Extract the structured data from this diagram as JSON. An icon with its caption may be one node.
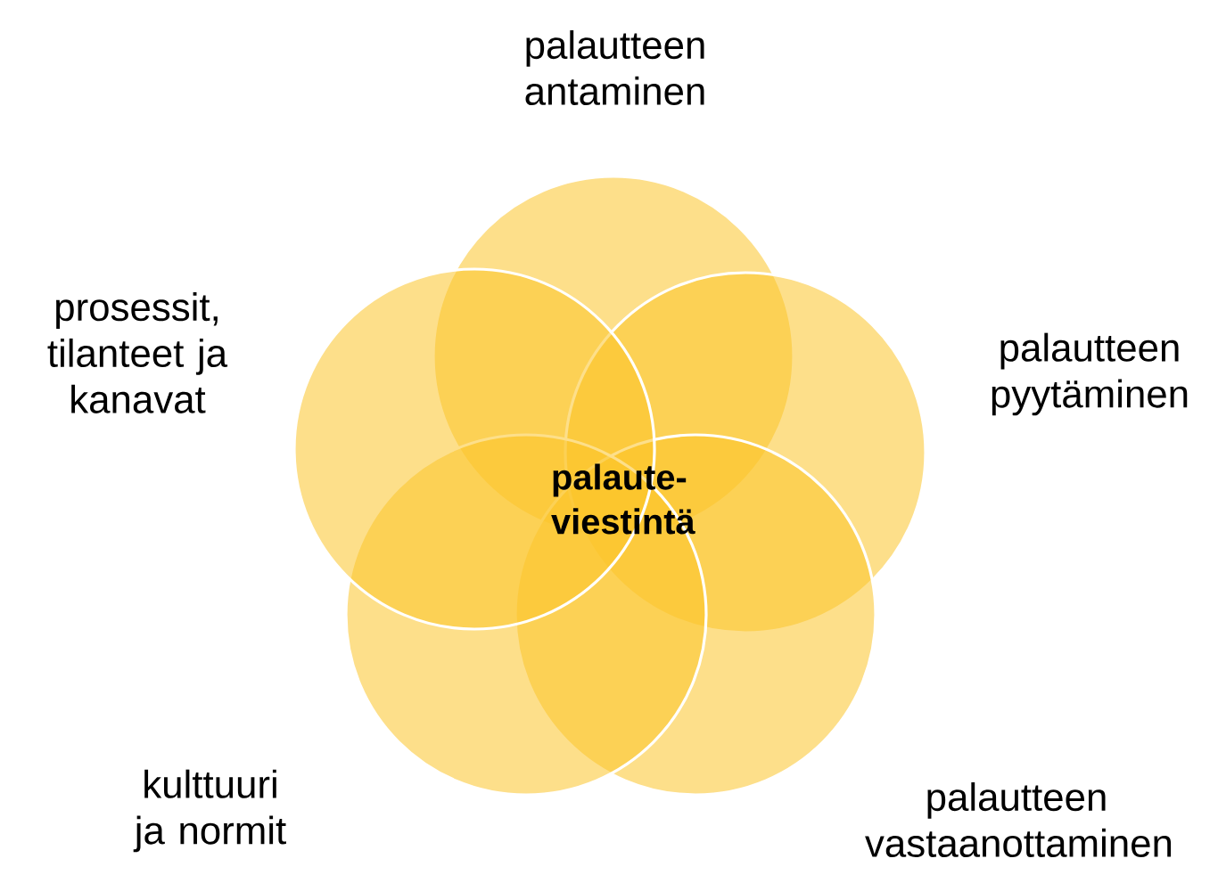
{
  "diagram": {
    "nodes": [
      {
        "text": [],
        "shape": "circle",
        "beside": [
          "palautteen antaminen"
        ]
      },
      {
        "text": [],
        "shape": "circle",
        "beside": [
          "palautteen pyytäminen"
        ]
      },
      {
        "text": [],
        "shape": "circle",
        "beside": [
          "palautteen vastaanottaminen"
        ]
      },
      {
        "text": [],
        "shape": "circle",
        "beside": [
          "kulttuuri ja normit"
        ]
      },
      {
        "text": [],
        "shape": "circle",
        "beside": [
          "prosessit, tilanteet ja kanavat"
        ]
      }
    ],
    "labels": [
      "palaute-viestintä"
    ]
  }
}
